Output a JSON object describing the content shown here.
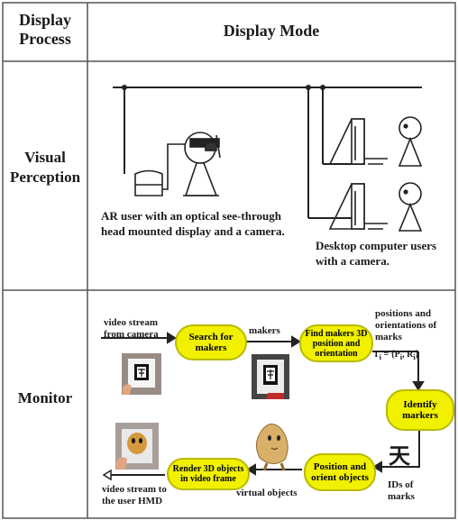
{
  "header": {
    "col1": "Display\nProcess",
    "col2": "Display Mode"
  },
  "rows": {
    "visual": {
      "label": "Visual\nPerception",
      "ar_caption": "AR user with an optical see-through\nhead mounted display and a camera.",
      "desktop_caption": "Desktop computer users\nwith a camera."
    },
    "monitor": {
      "label": "Monitor",
      "video_in": "video stream\nfrom camera",
      "search": "Search for\nmakers",
      "makers": "makers",
      "find": "Find makers 3D\nposition and\norientation",
      "positions": "positions and\norientations of\nmarks",
      "formula": "T",
      "formula_sub": "i",
      "formula_rest": " = {P",
      "formula_sub2": "i",
      "formula_comma": ", R",
      "formula_sub3": "i",
      "formula_end": "}",
      "identify": "Identify\nmarkers",
      "ids": "IDs of\nmarks",
      "position_orient": "Position and\norient objects",
      "virtual": "virtual objects",
      "render": "Render 3D objects\nin video frame",
      "video_out": "video stream to\nthe user HMD",
      "glyph": "天"
    }
  }
}
